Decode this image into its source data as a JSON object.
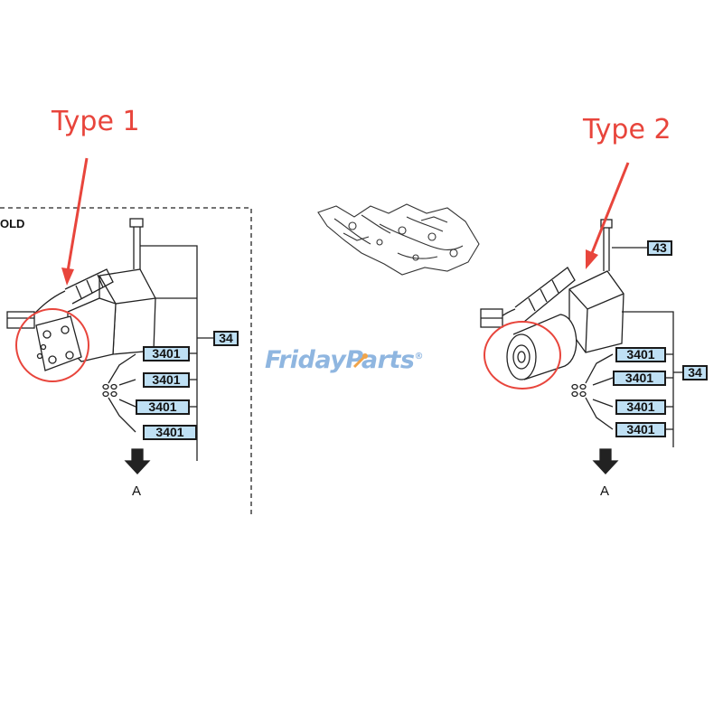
{
  "labels": {
    "type1": "Type 1",
    "type2": "Type 2",
    "old_text": "OLD",
    "arrow_a": "A"
  },
  "part_numbers": {
    "left_main": "34",
    "left_items": [
      "3401",
      "3401",
      "3401",
      "3401"
    ],
    "right_bolt": "43",
    "right_main": "34",
    "right_items": [
      "3401",
      "3401",
      "3401",
      "3401"
    ]
  },
  "watermark": {
    "part1": "Friday",
    "part2": "Parts",
    "registered": "®"
  },
  "colors": {
    "annotation": "#e8453c",
    "part_box_fill": "#bfe0f4",
    "watermark_blue": "#8fb6e0",
    "watermark_orange": "#f0a44a"
  }
}
